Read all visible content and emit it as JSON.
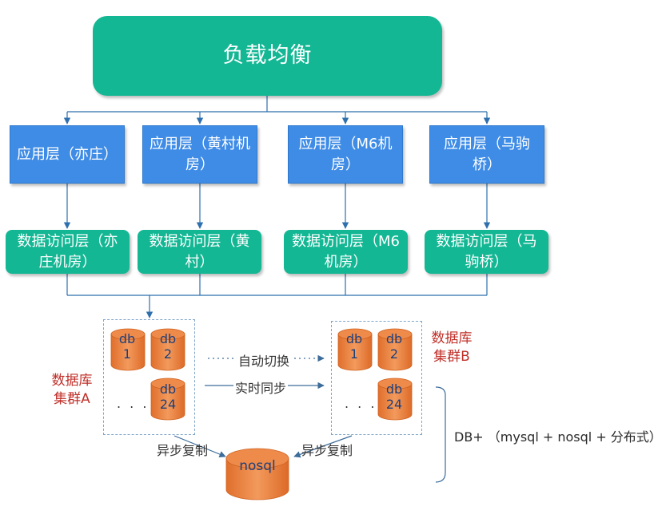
{
  "load_balancer": "负载均衡",
  "app_layers": [
    {
      "label": "应用层（亦庄）"
    },
    {
      "label": "应用层（黄村机房）"
    },
    {
      "label": "应用层（M6机房）"
    },
    {
      "label": "应用层（马驹桥）"
    }
  ],
  "data_access_layers": [
    {
      "label": "数据访问层（亦庄机房）"
    },
    {
      "label": "数据访问层（黄村）"
    },
    {
      "label": "数据访问层（M6机房）"
    },
    {
      "label": "数据访问层（马驹桥）"
    }
  ],
  "cluster_a": {
    "label": "数据库集群A",
    "dbs": [
      {
        "line1": "db",
        "line2": "1"
      },
      {
        "line1": "db",
        "line2": "2"
      },
      {
        "line1": "db",
        "line2": "24"
      }
    ],
    "ellipsis": ". . ."
  },
  "cluster_b": {
    "label": "数据库集群B",
    "dbs": [
      {
        "line1": "db",
        "line2": "1"
      },
      {
        "line1": "db",
        "line2": "2"
      },
      {
        "line1": "db",
        "line2": "24"
      }
    ],
    "ellipsis": ". . ."
  },
  "auto_switch": "自动切换",
  "realtime_sync": "实时同步",
  "async_copy_left": "异步复制",
  "async_copy_right": "异步复制",
  "nosql": "nosql",
  "db_plus": "DB+ （mysql + nosql +  分布式）",
  "colors": {
    "green": "#14b794",
    "blue": "#3f8ce6",
    "cylinder_orange": "#ee8a4a",
    "cluster_label_red": "#c0302a"
  }
}
